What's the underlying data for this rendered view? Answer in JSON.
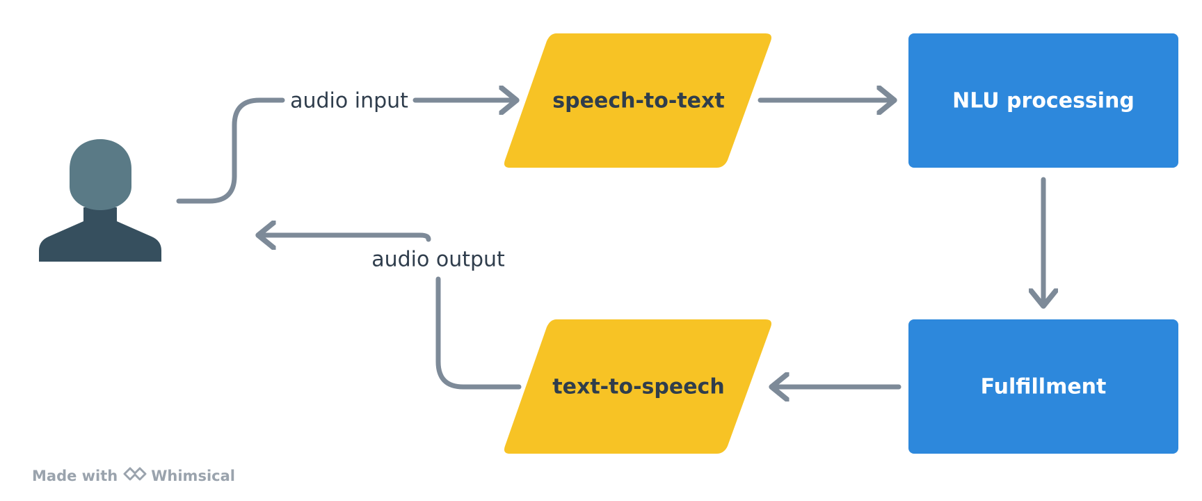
{
  "colors": {
    "background": "#ffffff",
    "io_fill": "#f7c325",
    "process_fill": "#2d88dc",
    "edge": "#7d8a98",
    "dark_text": "#2f3d4c",
    "light_text": "#ffffff",
    "user_head": "#5a7a86",
    "user_body": "#364f5e",
    "watermark": "#9aa3ad"
  },
  "diagram": {
    "nodes": {
      "user": {
        "icon": "user-icon"
      },
      "speech_to_text": {
        "label": "speech-to-text",
        "shape": "parallelogram"
      },
      "nlu": {
        "label": "NLU processing",
        "shape": "rectangle"
      },
      "fulfillment": {
        "label": "Fulfillment",
        "shape": "rectangle"
      },
      "text_to_speech": {
        "label": "text-to-speech",
        "shape": "parallelogram"
      }
    },
    "edges": {
      "audio_input": {
        "label": "audio input",
        "from": "user",
        "to": "speech_to_text"
      },
      "stt_to_nlu": {
        "from": "speech_to_text",
        "to": "nlu"
      },
      "nlu_to_fulfillment": {
        "from": "nlu",
        "to": "fulfillment"
      },
      "fulfillment_to_tts": {
        "from": "fulfillment",
        "to": "text_to_speech"
      },
      "audio_output": {
        "label": "audio output",
        "from": "text_to_speech",
        "to": "user"
      }
    }
  },
  "watermark": {
    "prefix": "Made with",
    "brand": "Whimsical",
    "icon": "whimsical-logo-icon"
  }
}
